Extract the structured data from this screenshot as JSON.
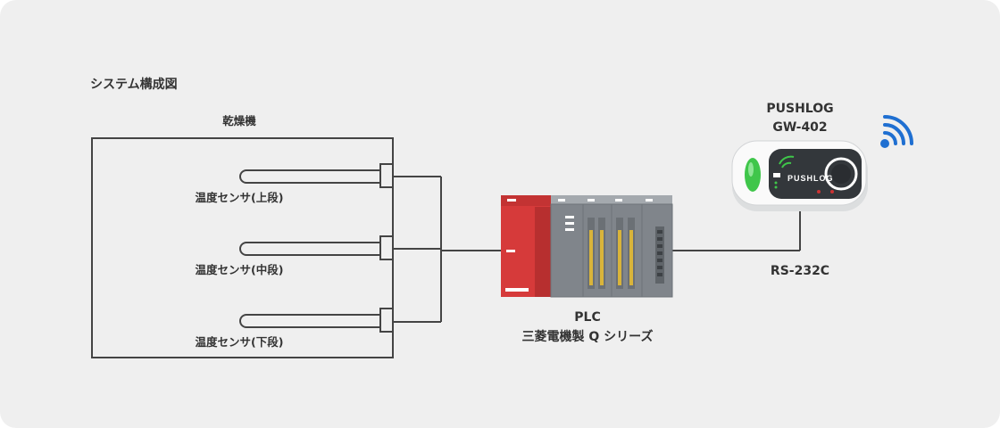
{
  "title": "システム構成図",
  "dryer": {
    "label": "乾燥機",
    "sensors": [
      {
        "label": "温度センサ(上段)"
      },
      {
        "label": "温度センサ(中段)"
      },
      {
        "label": "温度センサ(下段)"
      }
    ]
  },
  "plc": {
    "line1": "PLC",
    "line2": "三菱電機製 Q シリーズ"
  },
  "gateway": {
    "line1": "PUSHLOG",
    "line2": "GW-402",
    "device_logo": "PUSHLOG",
    "wifi_icon": "wifi-icon"
  },
  "connection": {
    "label": "RS-232C"
  },
  "colors": {
    "background": "#efefef",
    "line": "#444444",
    "plc_red": "#d63a3a",
    "plc_gray": "#8a8f95",
    "device_green": "#3fc64a",
    "wifi_blue": "#1f6fd1"
  }
}
